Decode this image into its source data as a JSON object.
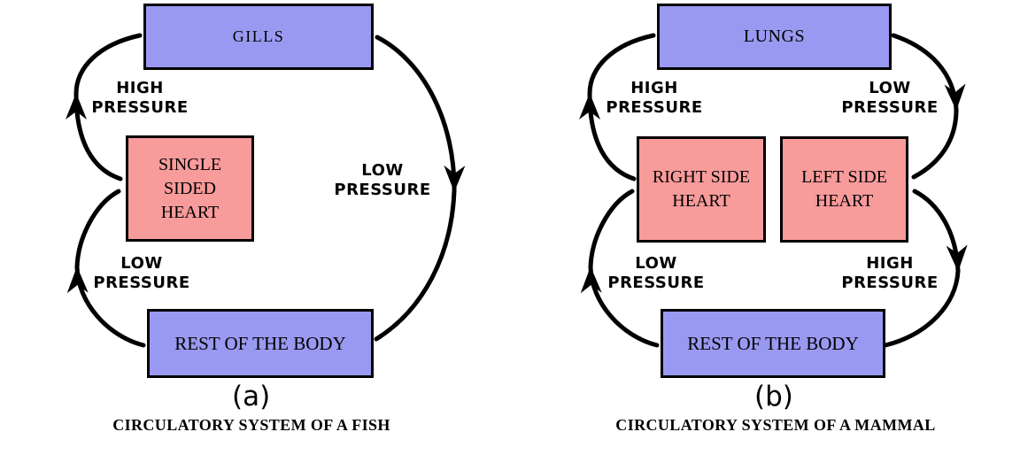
{
  "colors": {
    "organ_box": "#9a99f1",
    "heart_box": "#f89b9b",
    "box_border": "#000000",
    "arrow": "#000000",
    "text": "#000000",
    "background": "#ffffff"
  },
  "panels": [
    {
      "letter": "(a)",
      "caption": "CIRCULATORY SYSTEM OF A FISH",
      "boxes": {
        "organ_top": "GILLS",
        "heart": "SINGLE\nSIDED\nHEART",
        "body": "REST OF THE BODY"
      },
      "labels": {
        "top_left": "HIGH\nPRESSURE",
        "right": "LOW\nPRESSURE",
        "bottom_left": "LOW\nPRESSURE"
      },
      "flows": [
        {
          "from": "SINGLE SIDED HEART",
          "to": "GILLS",
          "pressure": "HIGH PRESSURE"
        },
        {
          "from": "GILLS",
          "to": "REST OF THE BODY",
          "pressure": "LOW PRESSURE"
        },
        {
          "from": "REST OF THE BODY",
          "to": "SINGLE SIDED HEART",
          "pressure": "LOW PRESSURE"
        }
      ]
    },
    {
      "letter": "(b)",
      "caption": "CIRCULATORY SYSTEM OF A MAMMAL",
      "boxes": {
        "organ_top": "LUNGS",
        "heart_right_side": "RIGHT SIDE\nHEART",
        "heart_left_side": "LEFT SIDE\nHEART",
        "body": "REST OF THE BODY"
      },
      "labels": {
        "top_left": "HIGH\nPRESSURE",
        "top_right": "LOW\nPRESSURE",
        "bottom_left": "LOW\nPRESSURE",
        "bottom_right": "HIGH\nPRESSURE"
      },
      "flows": [
        {
          "from": "RIGHT SIDE HEART",
          "to": "LUNGS",
          "pressure": "HIGH PRESSURE"
        },
        {
          "from": "LUNGS",
          "to": "LEFT SIDE HEART",
          "pressure": "LOW PRESSURE"
        },
        {
          "from": "LEFT SIDE HEART",
          "to": "REST OF THE BODY",
          "pressure": "HIGH PRESSURE"
        },
        {
          "from": "REST OF THE BODY",
          "to": "RIGHT SIDE HEART",
          "pressure": "LOW PRESSURE"
        }
      ]
    }
  ]
}
